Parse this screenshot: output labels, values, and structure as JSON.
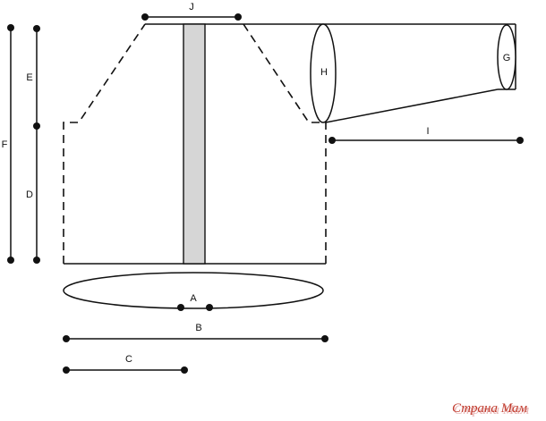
{
  "diagram": {
    "labels": {
      "A": "A",
      "B": "B",
      "C": "C",
      "D": "D",
      "E": "E",
      "F": "F",
      "G": "G",
      "H": "H",
      "I": "I",
      "J": "J"
    },
    "colors": {
      "line": "#111111",
      "band": "#d6d6d6",
      "watermark": "#c0392b",
      "watermark_shadow": "#e8b4b4"
    },
    "watermark": "Страна Мам"
  }
}
